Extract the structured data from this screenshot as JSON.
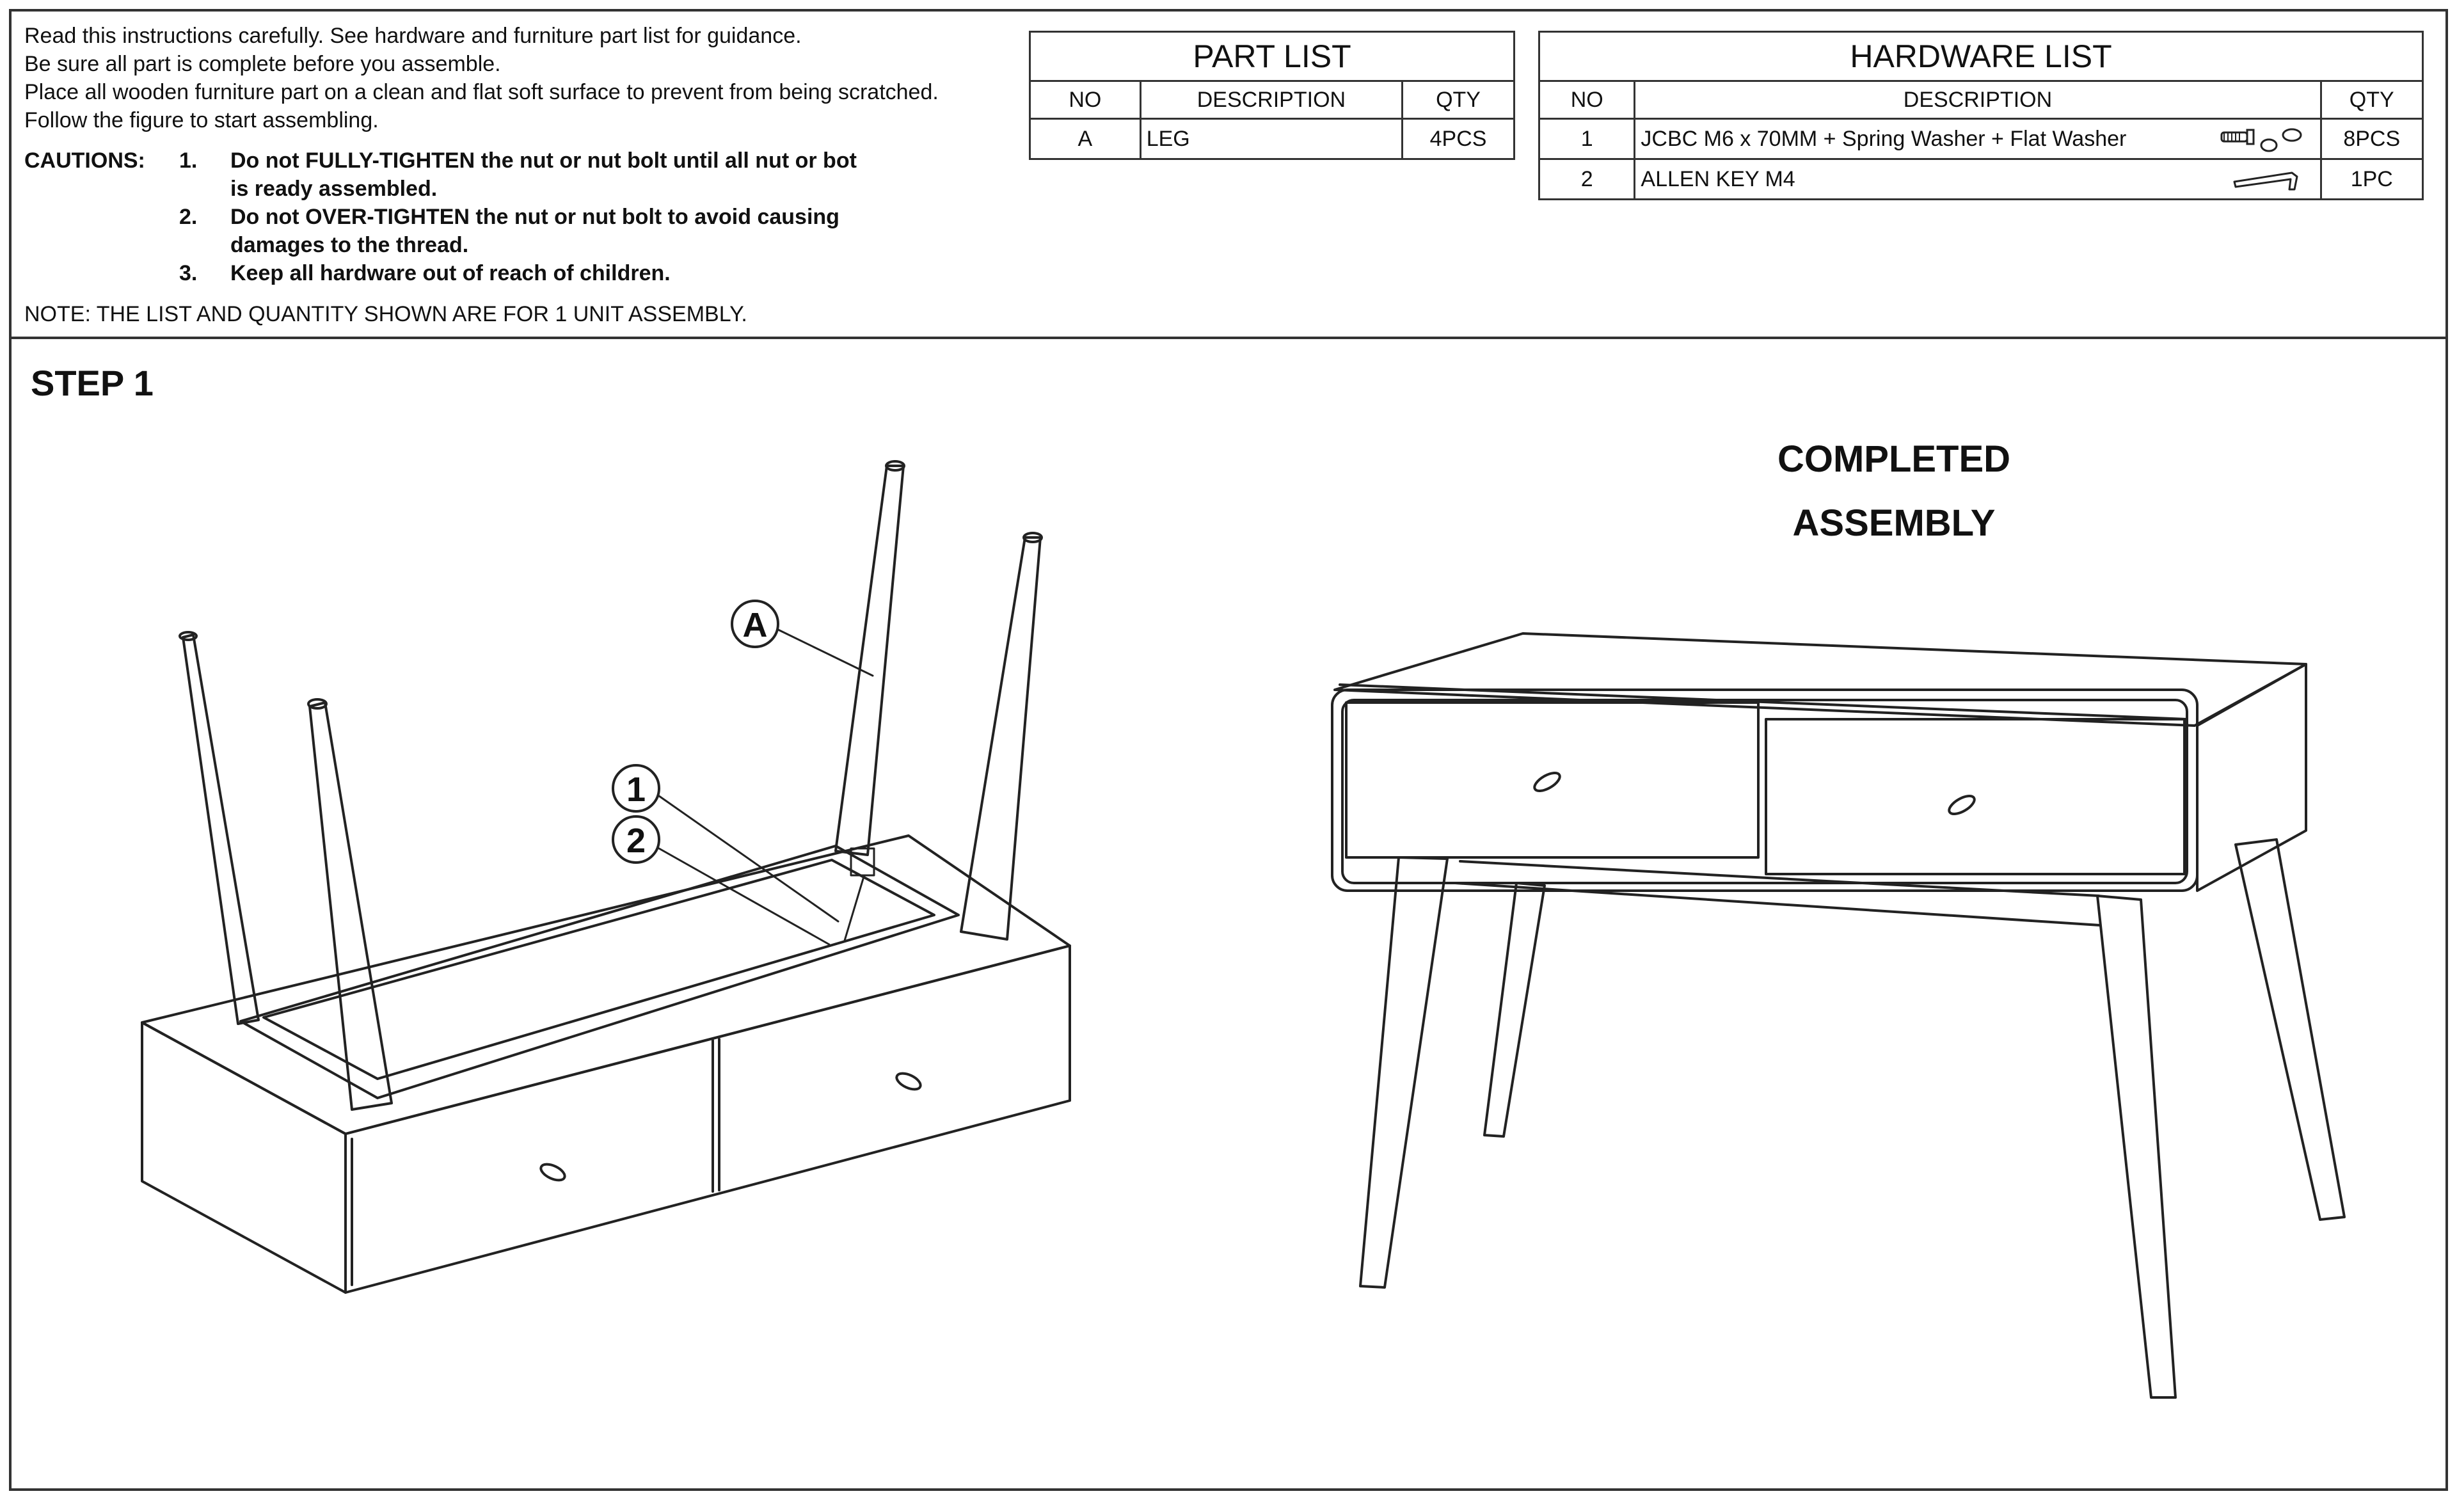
{
  "instructions": [
    "Read this instructions carefully. See hardware and furniture part list for guidance.",
    "Be sure all part is complete before you assemble.",
    "Place all wooden furniture part on a clean and flat soft surface to prevent from being scratched.",
    "Follow the figure to start assembling."
  ],
  "cautions": {
    "label": "CAUTIONS:",
    "items": [
      {
        "num": "1.",
        "line1": "Do not FULLY-TIGHTEN the nut or nut bolt until all nut or bot",
        "line2": "is ready assembled."
      },
      {
        "num": "2.",
        "line1": "Do not OVER-TIGHTEN the nut or nut bolt to avoid causing",
        "line2": "damages to the thread."
      },
      {
        "num": "3.",
        "line1": "Keep all hardware out of reach of children.",
        "line2": ""
      }
    ]
  },
  "note": "NOTE: THE LIST AND QUANTITY SHOWN ARE FOR 1 UNIT ASSEMBLY.",
  "part_list": {
    "title": "PART LIST",
    "headers": [
      "NO",
      "DESCRIPTION",
      "QTY"
    ],
    "rows": [
      {
        "no": "A",
        "description": "LEG",
        "qty": "4PCS"
      }
    ]
  },
  "hardware_list": {
    "title": "HARDWARE LIST",
    "headers": [
      "NO",
      "DESCRIPTION",
      "QTY"
    ],
    "rows": [
      {
        "no": "1",
        "description": "JCBC M6 x 70MM + Spring Washer + Flat Washer",
        "qty": "8PCS",
        "icon": "bolt-washer-icon"
      },
      {
        "no": "2",
        "description": "ALLEN KEY M4",
        "qty": "1PC",
        "icon": "allen-key-icon"
      }
    ]
  },
  "step": {
    "label": "STEP 1",
    "callouts": {
      "part": "A",
      "hw1": "1",
      "hw2": "2"
    }
  },
  "completed": {
    "line1": "COMPLETED",
    "line2": "ASSEMBLY"
  }
}
